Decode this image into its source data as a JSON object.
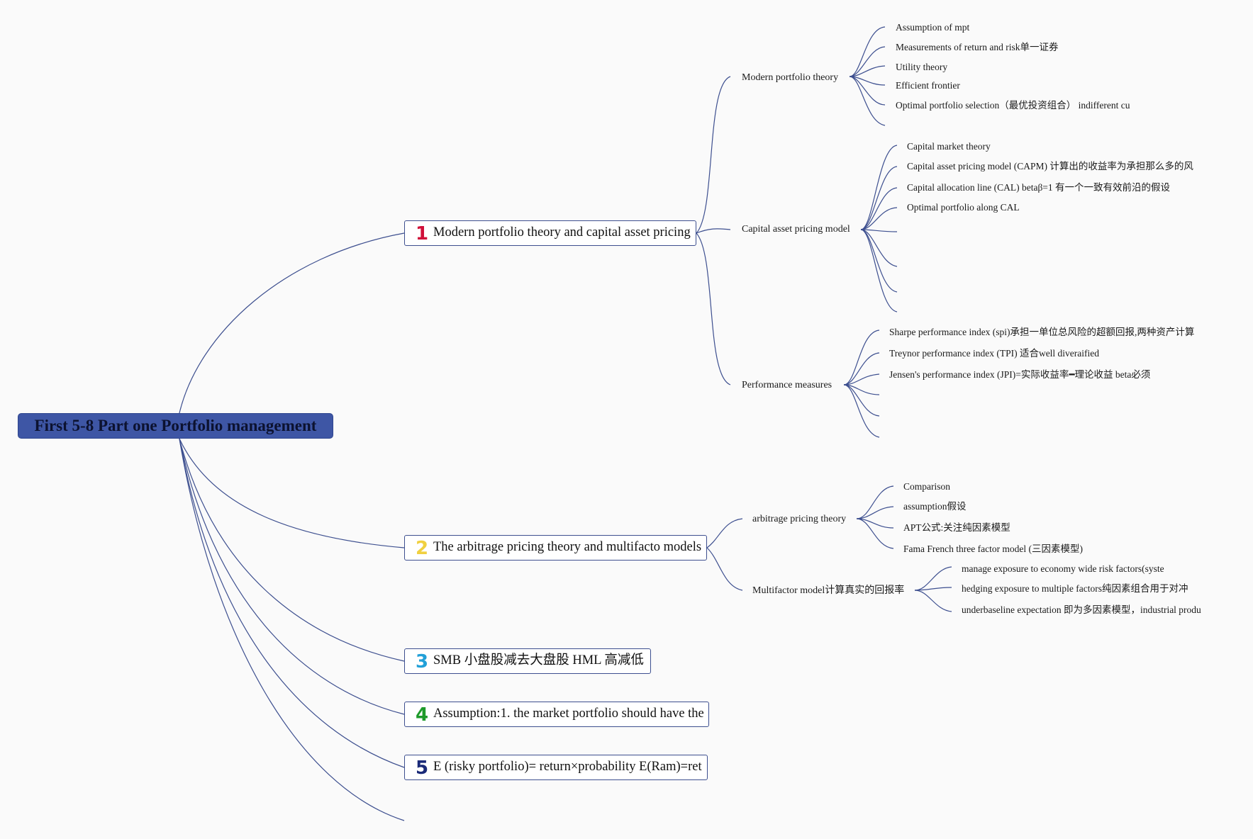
{
  "root": {
    "title": "First 5-8 Part one Portfolio management"
  },
  "colors": {
    "root_fill": "#3e56a5",
    "line": "#3d4f8f",
    "num1": "#d0103a",
    "num2": "#f0d040",
    "num3": "#22a0d8",
    "num4": "#1e9a2a",
    "num5": "#1a2a78"
  },
  "branches": [
    {
      "num": "1",
      "label": "Modern portfolio theory and capital asset pricing",
      "subtopics": [
        {
          "label": "Modern portfolio theory",
          "leaves": [
            "Assumption of mpt",
            "Measurements of return and risk单一证券",
            "Utility theory",
            "Efficient frontier",
            "Optimal portfolio selection（最优投资组合） indifferent cu"
          ]
        },
        {
          "label": "Capital asset pricing model",
          "leaves": [
            "Capital market theory",
            "Capital asset pricing model (CAPM) 计算出的收益率为承担那么多的风",
            "Capital allocation line (CAL) betaβ=1 有一个一致有效前沿的假设",
            "Optimal portfolio along CAL"
          ]
        },
        {
          "label": "Performance measures",
          "leaves": [
            "Sharpe performance index (spi)承担一单位总风险的超额回报,两种资产计算",
            "Treynor performance index (TPI) 适合well diveraified",
            "Jensen's performance index (JPI)=实际收益率━理论收益 beta必须"
          ]
        }
      ]
    },
    {
      "num": "2",
      "label": "The arbitrage pricing theory and multifacto models",
      "subtopics": [
        {
          "label": "arbitrage pricing theory",
          "leaves": [
            "Comparison",
            "assumption假设",
            "APT公式:关注纯因素模型",
            "Fama French three factor model (三因素模型)"
          ]
        },
        {
          "label": "Multifactor model计算真实的回报率",
          "leaves": [
            "manage exposure to economy wide risk factors(syste",
            "hedging exposure to multiple factors纯因素组合用于对冲",
            "underbaseline expectation 即为多因素模型，industrial produ"
          ]
        }
      ]
    },
    {
      "num": "3",
      "label": "SMB 小盘股减去大盘股 HML 高减低"
    },
    {
      "num": "4",
      "label": "Assumption:1. the market portfolio should have the"
    },
    {
      "num": "5",
      "label": "E (risky portfolio)= return×probability E(Ram)=ret"
    }
  ]
}
